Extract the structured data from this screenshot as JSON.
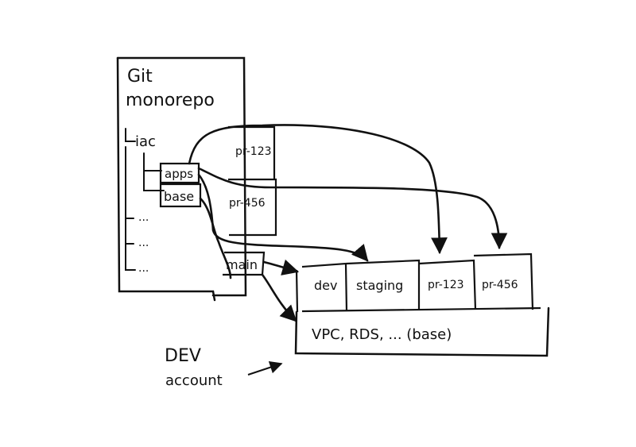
{
  "repo": {
    "title_line1": "Git",
    "title_line2": "monorepo",
    "tree": {
      "root": "iac",
      "apps": "apps",
      "base": "base",
      "ellipsis": [
        "...",
        "...",
        "..."
      ]
    }
  },
  "branches": [
    "pr-123",
    "pr-456",
    "main"
  ],
  "environments": [
    "dev",
    "staging",
    "pr-123",
    "pr-456"
  ],
  "base_layer": "VPC, RDS, ...   (base)",
  "account": {
    "line1": "DEV",
    "line2": "account"
  },
  "colors": {
    "ink": "#111111",
    "background": "#ffffff"
  }
}
